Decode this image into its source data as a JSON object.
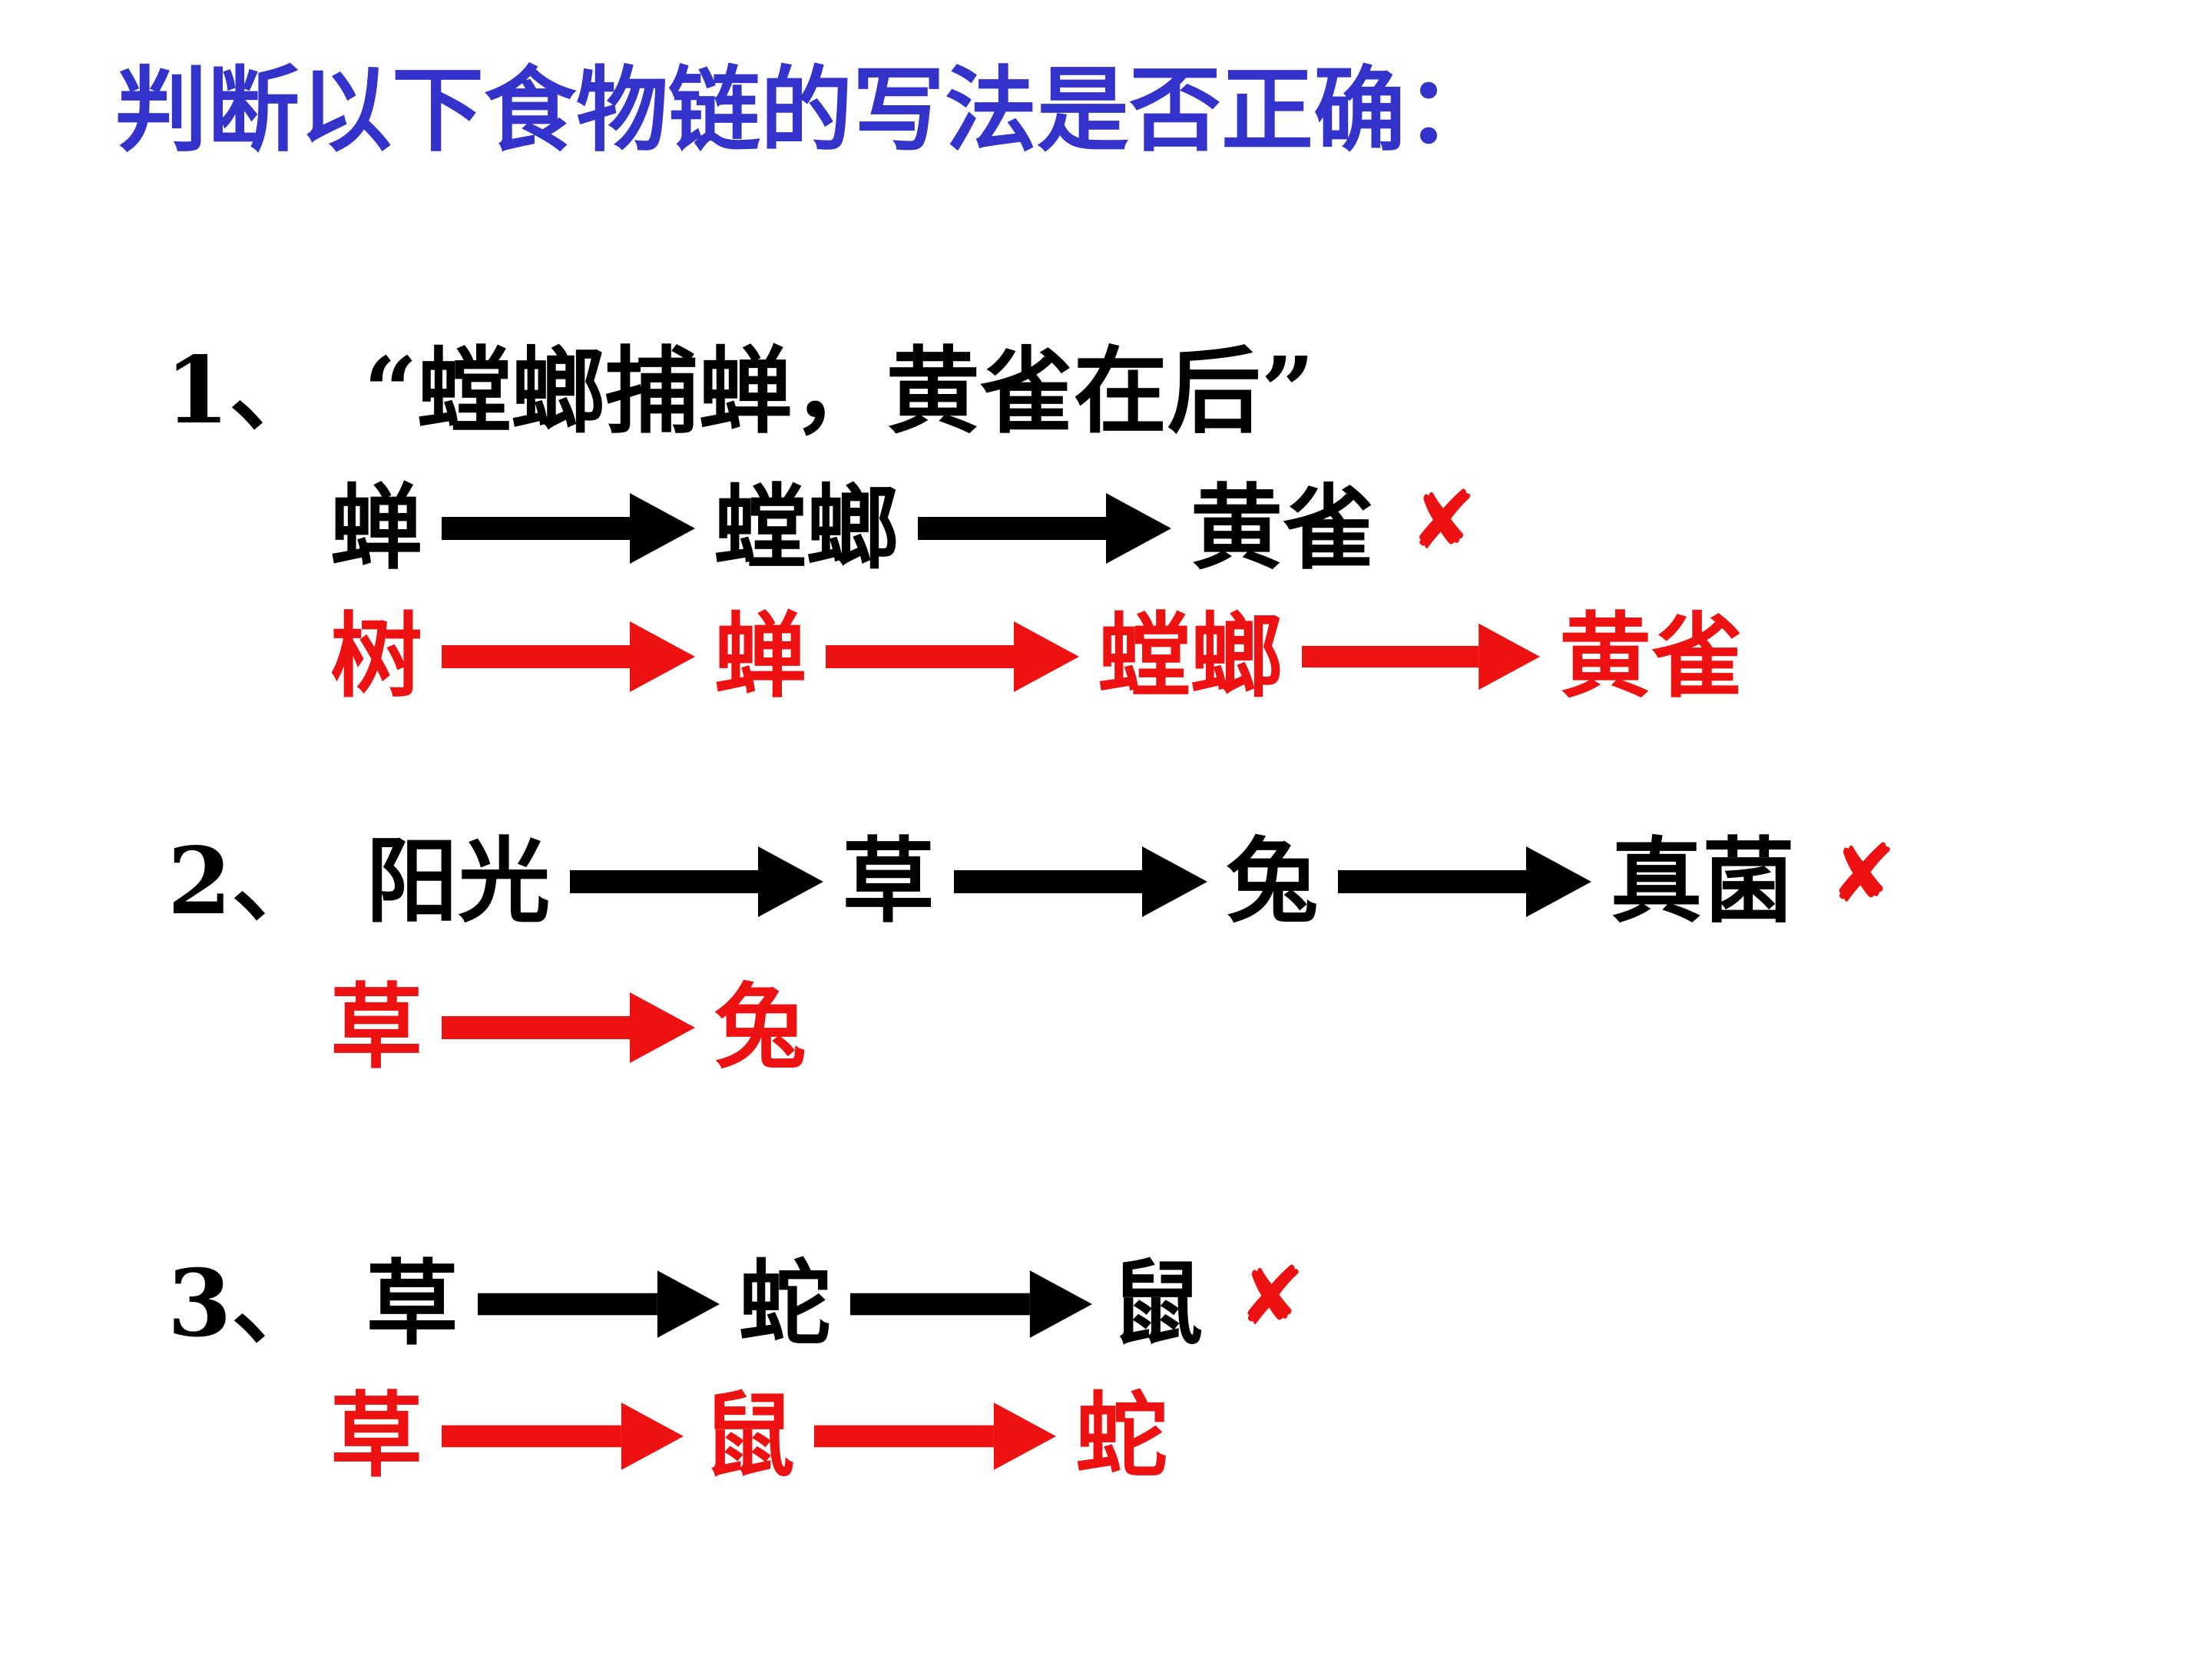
{
  "page": {
    "title": "判断以下食物链的写法是否正确："
  },
  "colors": {
    "blue": "#3333cc",
    "red": "#ee1111",
    "black": "#000000"
  },
  "mark": {
    "wrong": "✘"
  },
  "icons": {
    "arrow": "right-arrow-icon",
    "wrong": "red-cross-icon"
  },
  "items": [
    {
      "number": "1、",
      "heading": "“螳螂捕蝉，黄雀在后”",
      "wrong_chain": [
        "蝉",
        "螳螂",
        "黄雀"
      ],
      "correct_chain": [
        "树",
        "蝉",
        "螳螂",
        "黄雀"
      ]
    },
    {
      "number": "2、",
      "wrong_chain": [
        "阳光",
        "草",
        "兔",
        "真菌"
      ],
      "correct_chain": [
        "草",
        "兔"
      ]
    },
    {
      "number": "3、",
      "wrong_chain": [
        "草",
        "蛇",
        "鼠"
      ],
      "correct_chain": [
        "草",
        "鼠",
        "蛇"
      ]
    }
  ]
}
